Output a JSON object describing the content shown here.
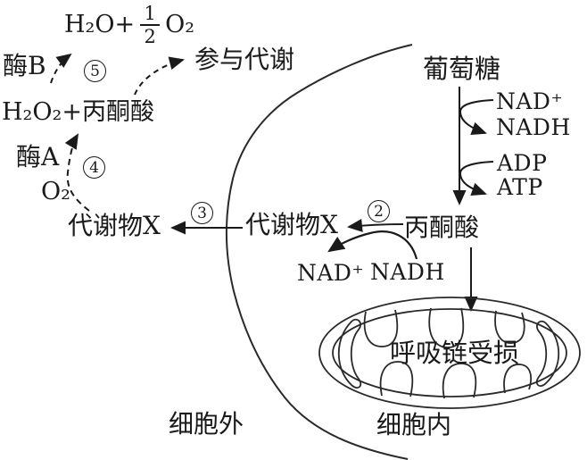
{
  "peroxisome_pathway": {
    "water_product": "H₂O+",
    "half_fraction": {
      "numerator": "1",
      "denominator": "2"
    },
    "oxygen_product": "O₂",
    "enzyme_b": "酶B",
    "step5": "5",
    "participate_metabolism": "参与代谢",
    "h2o2_plus_pyruvate": "H₂O₂+丙酮酸",
    "enzyme_a": "酶A",
    "step4": "4",
    "oxygen_input": "O₂",
    "metabolite_x_outside": "代谢物X",
    "step3": "3"
  },
  "cytosol_pathway": {
    "metabolite_x_inside": "代谢物X",
    "step2": "2",
    "pyruvate": "丙酮酸",
    "nad_plus": "NAD⁺",
    "nadh": "NADH"
  },
  "glycolysis": {
    "glucose": "葡萄糖",
    "nad_plus": "NAD⁺",
    "nadh": "NADH",
    "adp": "ADP",
    "atp": "ATP"
  },
  "mitochondrion": {
    "label": "呼吸链受损"
  },
  "regions": {
    "extracellular": "细胞外",
    "intracellular": "细胞内"
  },
  "colors": {
    "ink": "#1a1a1a",
    "background": "#ffffff"
  }
}
